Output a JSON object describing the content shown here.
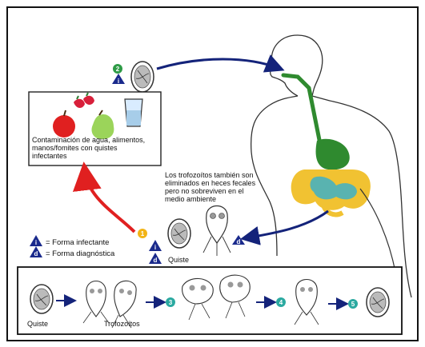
{
  "contamination_text": [
    "Contaminación de agua, alimentos,",
    "manos/fomites con quistes",
    "infectantes"
  ],
  "trophozoite_note": [
    "Los trofozoítos también son",
    "eliminados en heces fecales",
    "pero no sobreviven en el",
    "medio ambiente"
  ],
  "legend": {
    "infective_symbol": "i",
    "infective_label": "= Forma infectante",
    "diagnostic_symbol": "d",
    "diagnostic_label": "= Forma diagnóstica"
  },
  "cyst_labels": {
    "stage1_cyst": "Quiste",
    "bottom_cyst": "Quiste",
    "bottom_trophozoites": "Trofozoítos"
  },
  "steps": {
    "s1": "1",
    "s2": "2",
    "s3": "3",
    "s4": "4",
    "s5": "5"
  },
  "colors": {
    "step1": "#f2b416",
    "step2": "#2e9b46",
    "step_bottom": "#2aa9a0",
    "infective": "#1a2a8c",
    "diagnostic": "#1a2a8c",
    "arrow_blue": "#14237a",
    "arrow_red": "#e02020",
    "digestive_green": "#2f8a2f",
    "intestine_yellow": "#f1c232",
    "intestine_teal": "#59b3b0"
  }
}
